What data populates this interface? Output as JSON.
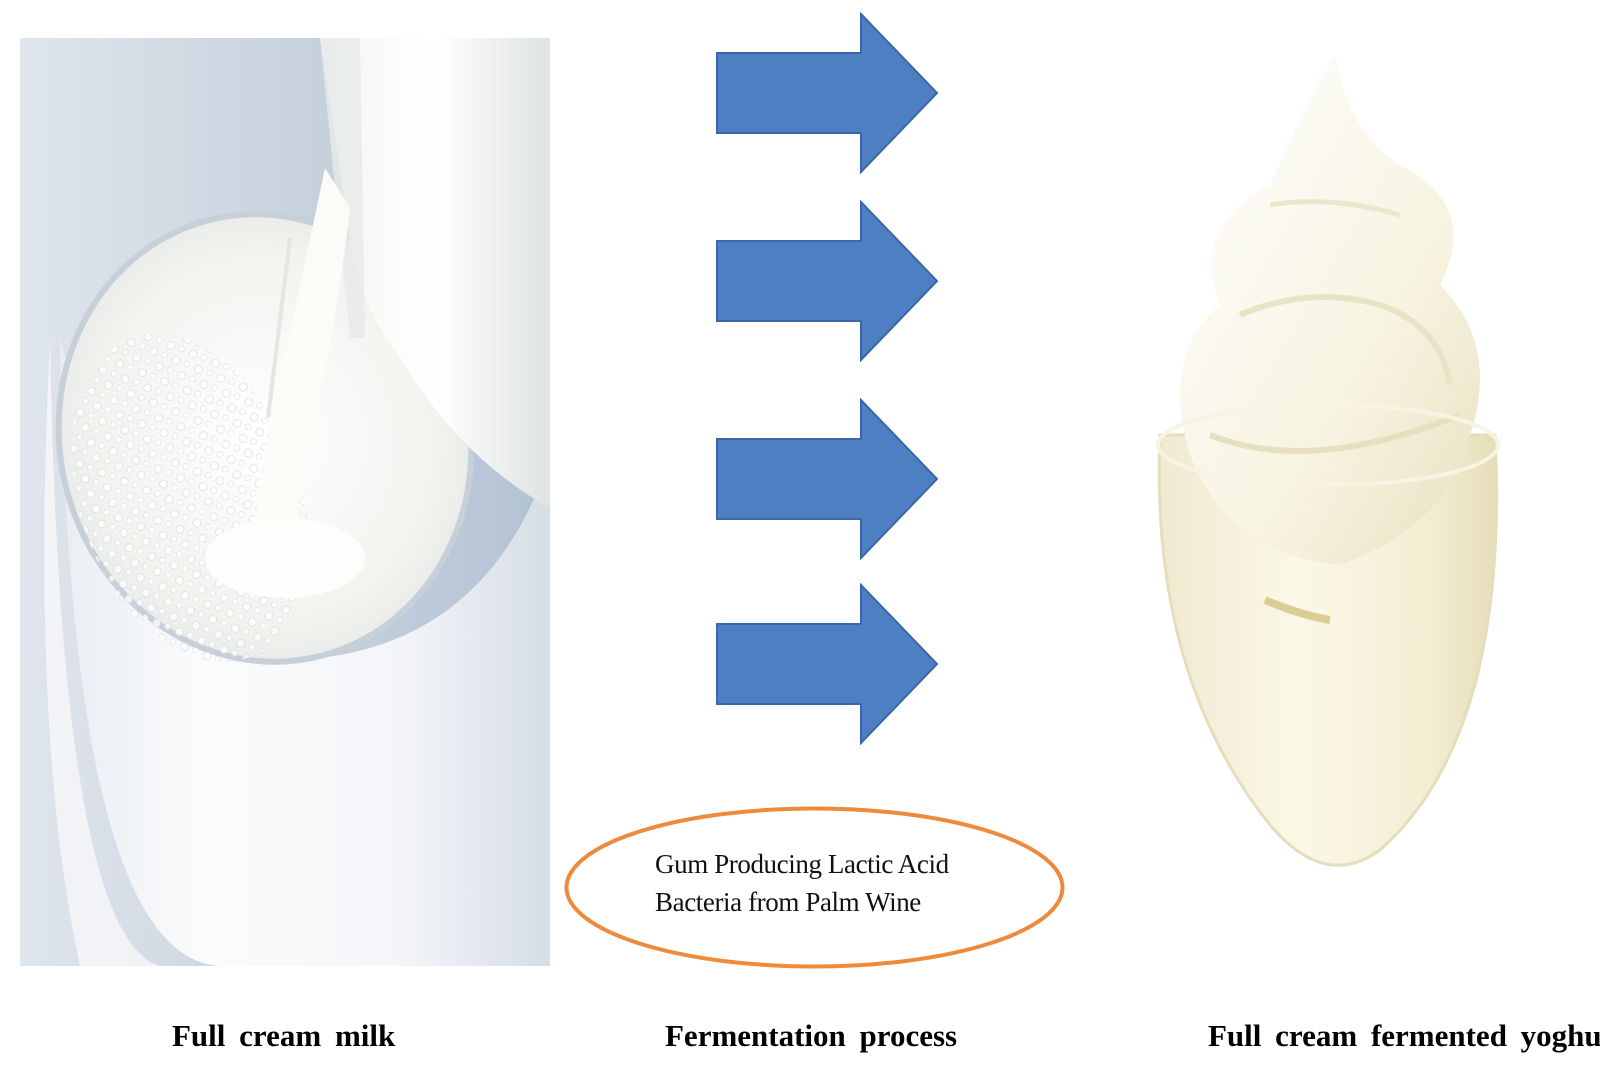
{
  "diagram": {
    "arrow_color": "#4f7fc3",
    "arrow_border": "#3a67a6",
    "oval_color": "#ed8a3c",
    "bacteria_label": {
      "line1": "Gum Producing Lactic Acid",
      "line2": "Bacteria from Palm Wine"
    },
    "captions": {
      "milk": "Full cream milk",
      "process": "Fermentation process",
      "yoghurt": "Full cream fermented yoghurt"
    }
  }
}
